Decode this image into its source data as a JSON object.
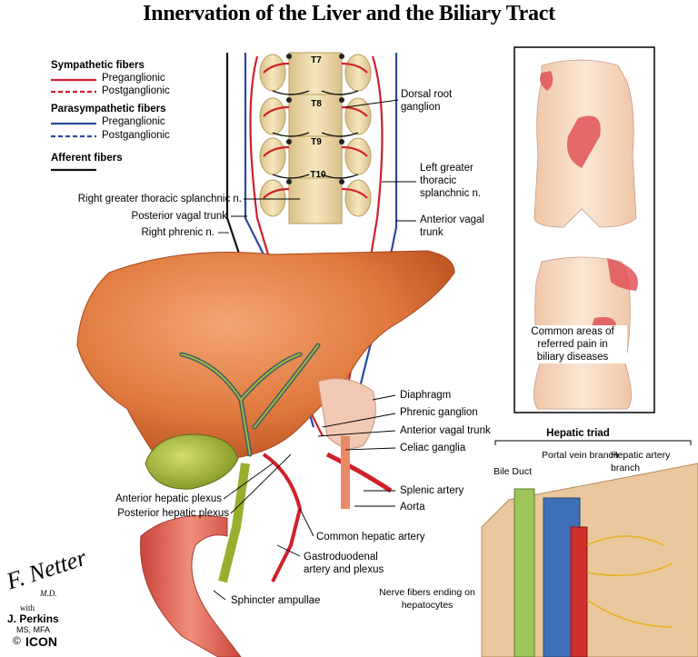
{
  "title": "Innervation of the Liver and the Biliary Tract",
  "legend": {
    "sympathetic_heading": "Sympathetic fibers",
    "sympathetic_pre": "Preganglionic",
    "sympathetic_post": "Postganglionic",
    "parasympathetic_heading": "Parasympathetic fibers",
    "parasympathetic_pre": "Preganglionic",
    "parasympathetic_post": "Postganglionic",
    "afferent_heading": "Afferent fibers"
  },
  "colors": {
    "sympathetic": "#d0202a",
    "parasympathetic": "#2a4aa0",
    "afferent": "#111111",
    "liver": "#e07a3e",
    "gallbladder": "#9aae2e",
    "spine": "#ecd9a4",
    "skin": "#f6d8c0",
    "pain": "#e04a50"
  },
  "vertebrae": [
    "T7",
    "T8",
    "T9",
    "T10"
  ],
  "labels_left": {
    "right_greater_splanchnic": "Right greater thoracic  splanchnic n.",
    "posterior_vagal": "Posterior vagal trunk",
    "right_phrenic": "Right phrenic n.",
    "anterior_hepatic_plexus": "Anterior hepatic plexus",
    "posterior_hepatic_plexus": "Posterior hepatic plexus",
    "sphincter": "Sphincter ampullae"
  },
  "labels_right": {
    "dorsal_root": "Dorsal root\nganglion",
    "left_greater_splanchnic": "Left greater\nthoracic\nsplanchnic n.",
    "anterior_vagal": "Anterior vagal\ntrunk",
    "diaphragm": "Diaphragm",
    "phrenic_ganglion": "Phrenic ganglion",
    "anterior_vagal_trunk": "Anterior vagal trunk",
    "celiac_ganglia": "Celiac ganglia",
    "splenic_artery": "Splenic artery",
    "aorta": "Aorta",
    "common_hepatic_artery": "Common hepatic artery",
    "gastroduodenal": "Gastroduodenal\nartery and plexus"
  },
  "referred_pain": "Common areas of\nreferred pain in\nbiliary diseases",
  "triad": {
    "heading": "Hepatic triad",
    "bile_duct": "Bile Duct",
    "portal_vein": "Portal vein branch",
    "hepatic_artery": "Hepatic artery\nbranch",
    "nerve_fibers": "Nerve fibers ending on\nhepatocytes"
  },
  "signature": {
    "artist": "F. Netter",
    "md": "M.D.",
    "with": "with",
    "coauthor": "J. Perkins",
    "degree": "MS, MFA",
    "copyright": "©",
    "publisher": "ICON"
  }
}
